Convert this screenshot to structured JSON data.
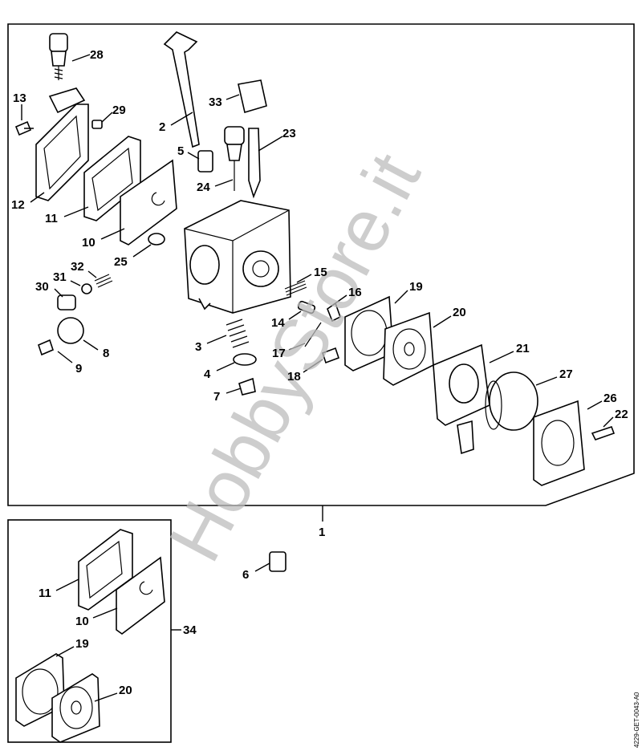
{
  "diagram": {
    "title_code": "4229-GET-0043-A0",
    "watermark": "HobbyStore.it",
    "labels": [
      "28",
      "13",
      "29",
      "2",
      "33",
      "23",
      "5",
      "24",
      "12",
      "11",
      "10",
      "25",
      "32",
      "31",
      "30",
      "15",
      "16",
      "19",
      "14",
      "20",
      "3",
      "8",
      "17",
      "21",
      "4",
      "9",
      "18",
      "27",
      "7",
      "26",
      "22",
      "1",
      "6",
      "11",
      "10",
      "34",
      "19",
      "20"
    ],
    "colors": {
      "ink": "#000000",
      "watermark": "#bdbdbd"
    }
  }
}
